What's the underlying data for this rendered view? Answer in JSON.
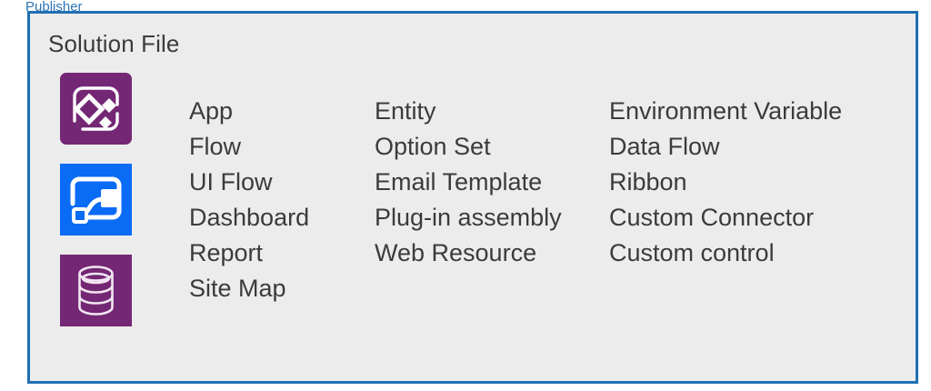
{
  "diagram": {
    "publisher_label": "Publisher",
    "solution_title": "Solution File",
    "colors": {
      "border": "#1F6FB2",
      "box_background": "#ECECEC",
      "publisher_text": "#2E74B5",
      "body_text": "#3B3B3B",
      "powerapps_purple": "#742774",
      "dataverse_purple": "#742774",
      "flow_blue": "#0A6BF5"
    },
    "icons": [
      {
        "name": "power-apps-icon",
        "color": "#742774",
        "shape": "rounded-square"
      },
      {
        "name": "power-automate-flow-icon",
        "color": "#0A6BF5",
        "shape": "square"
      },
      {
        "name": "dataverse-database-icon",
        "color": "#742774",
        "shape": "square"
      }
    ],
    "columns": [
      {
        "name": "column-one",
        "items": [
          "App",
          "Flow",
          "UI Flow",
          "Dashboard",
          "Report",
          "Site Map"
        ]
      },
      {
        "name": "column-two",
        "items": [
          "Entity",
          "Option Set",
          "Email Template",
          "Plug-in assembly",
          "Web Resource"
        ]
      },
      {
        "name": "column-three",
        "items": [
          "Environment Variable",
          "Data Flow",
          "Ribbon",
          "Custom Connector",
          "Custom control"
        ]
      }
    ]
  }
}
